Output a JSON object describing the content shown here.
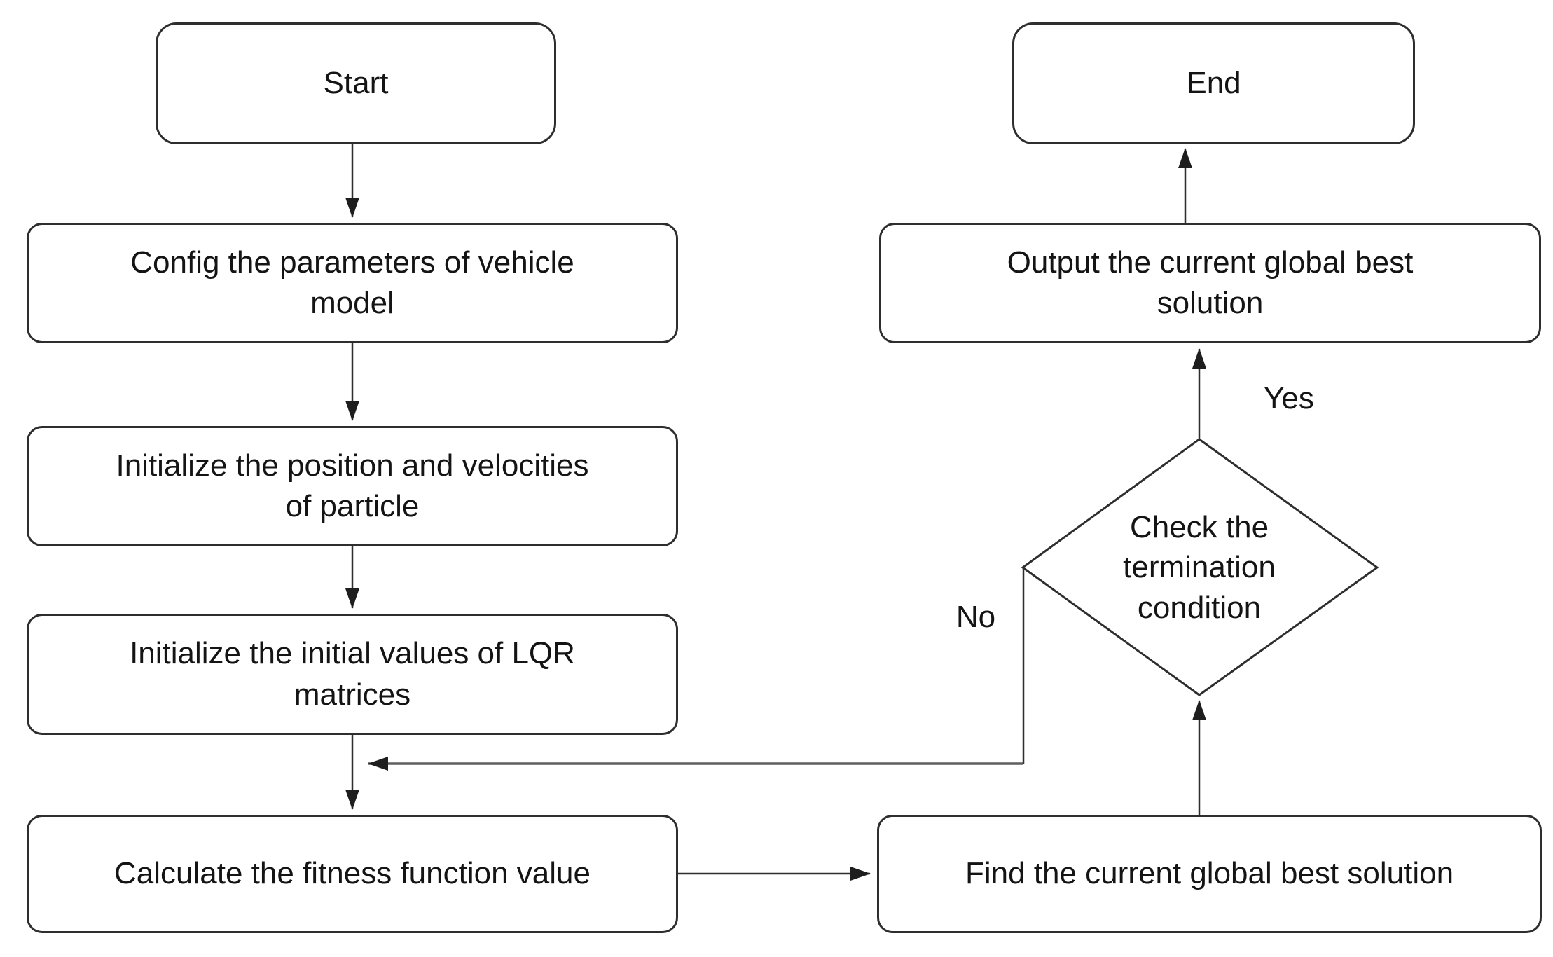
{
  "figure": {
    "type": "flowchart",
    "colors": {
      "background": "#ffffff",
      "stroke": "#2e2e2e",
      "text": "#141414"
    },
    "nodes": {
      "start": {
        "label": "Start",
        "shape": "rounded-rectangle"
      },
      "config": {
        "label": "Config the parameters of vehicle\nmodel",
        "shape": "rounded-rectangle"
      },
      "init_particle": {
        "label": "Initialize the position and velocities\nof particle",
        "shape": "rounded-rectangle"
      },
      "init_lqr": {
        "label": "Initialize the initial values of LQR\nmatrices",
        "shape": "rounded-rectangle"
      },
      "calculate": {
        "label": "Calculate the fitness function value",
        "shape": "rounded-rectangle"
      },
      "find": {
        "label": "Find the current global best solution",
        "shape": "rounded-rectangle"
      },
      "check": {
        "label": "Check the\ntermination\ncondition",
        "shape": "diamond"
      },
      "output": {
        "label": "Output the current global best\nsolution",
        "shape": "rounded-rectangle"
      },
      "end": {
        "label": "End",
        "shape": "rounded-rectangle"
      }
    },
    "edge_labels": {
      "yes": "Yes",
      "no": "No"
    }
  }
}
